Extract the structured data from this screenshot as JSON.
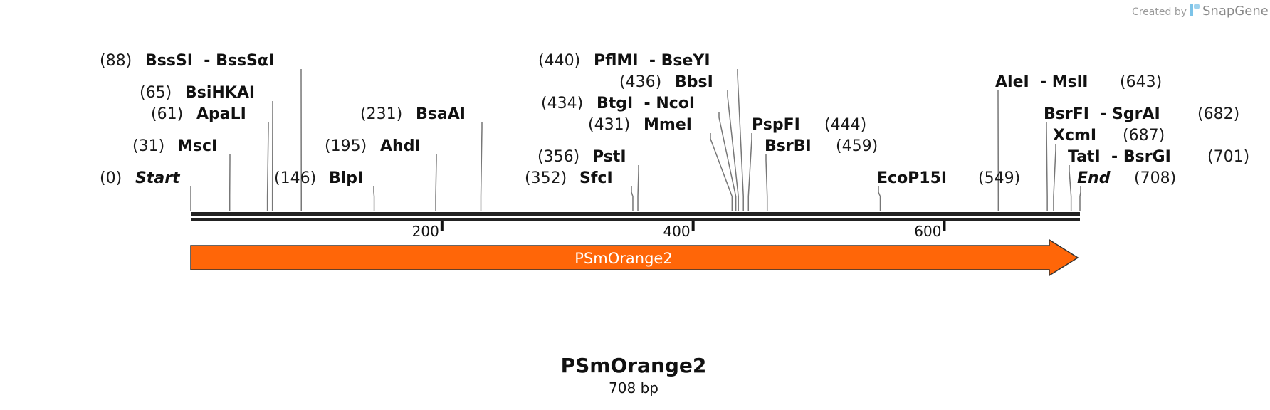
{
  "credit": {
    "prefix": "Created by",
    "brand": "SnapGene"
  },
  "title": "PSmOrange2",
  "subtitle": "708 bp",
  "sequence_length": 708,
  "colors": {
    "feature": "#ff6608",
    "feature_stroke": "#333333",
    "backbone": "#222222",
    "connector": "#777777"
  },
  "feature": {
    "name": "PSmOrange2",
    "start": 0,
    "end": 708,
    "direction": "forward"
  },
  "ruler_ticks": [
    {
      "value": 200,
      "label": "200"
    },
    {
      "value": 400,
      "label": "400"
    },
    {
      "value": 600,
      "label": "600"
    }
  ],
  "sites": [
    {
      "pos": "(0)",
      "name": "Start",
      "site": 0,
      "italic": true
    },
    {
      "pos": "(31)",
      "name": "MscI",
      "site": 31
    },
    {
      "pos": "(61)",
      "name": "ApaLI",
      "site": 61
    },
    {
      "pos": "(65)",
      "name": "BsiHKAI",
      "site": 65
    },
    {
      "pos": "(88)",
      "name": "BssSI  - BssSαI",
      "site": 88
    },
    {
      "pos": "(146)",
      "name": "BlpI",
      "site": 146
    },
    {
      "pos": "(195)",
      "name": "AhdI",
      "site": 195
    },
    {
      "pos": "(231)",
      "name": "BsaAI",
      "site": 231
    },
    {
      "pos": "(352)",
      "name": "SfcI",
      "site": 352
    },
    {
      "pos": "(356)",
      "name": "PstI",
      "site": 356
    },
    {
      "pos": "(431)",
      "name": "MmeI",
      "site": 431
    },
    {
      "pos": "(434)",
      "name": "BtgI  - NcoI",
      "site": 434
    },
    {
      "pos": "(436)",
      "name": "BbsI",
      "site": 436
    },
    {
      "pos": "(440)",
      "name": "PflMI  - BseYI",
      "site": 440
    },
    {
      "pos": "(444)",
      "name": "PspFI",
      "site": 444
    },
    {
      "pos": "(459)",
      "name": "BsrBI",
      "site": 459
    },
    {
      "pos": "(549)",
      "name": "EcoP15I",
      "site": 549
    },
    {
      "pos": "(643)",
      "name": "AleI  - MslI",
      "site": 643
    },
    {
      "pos": "(682)",
      "name": "BsrFI  - SgrAI",
      "site": 682
    },
    {
      "pos": "(687)",
      "name": "XcmI",
      "site": 687
    },
    {
      "pos": "(701)",
      "name": "TatI  - BsrGI",
      "site": 701
    },
    {
      "pos": "(708)",
      "name": "End",
      "site": 708,
      "italic": true
    }
  ]
}
